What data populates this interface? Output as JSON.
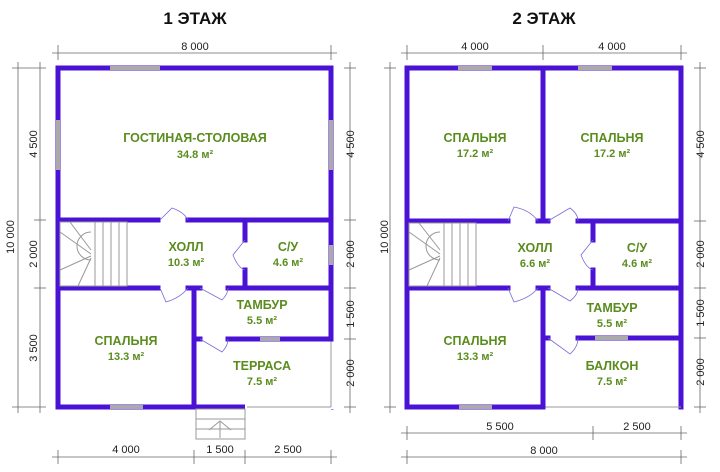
{
  "floors": [
    {
      "title": "1 ЭТАЖ",
      "rooms": [
        {
          "name": "ГОСТИНАЯ-СТОЛОВАЯ",
          "area": "34.8 м²"
        },
        {
          "name": "ХОЛЛ",
          "area": "10.3 м²"
        },
        {
          "name": "С/У",
          "area": "4.6 м²"
        },
        {
          "name": "ТАМБУР",
          "area": "5.5 м²"
        },
        {
          "name": "СПАЛЬНЯ",
          "area": "13.3 м²"
        },
        {
          "name": "ТЕРРАСА",
          "area": "7.5 м²"
        }
      ],
      "dims": {
        "top": "8 000",
        "left_total": "10 000",
        "left": [
          "4 500",
          "2 000",
          "3 500"
        ],
        "right": [
          "4 500",
          "2 000",
          "1 500",
          "2 000"
        ],
        "bottom": [
          "4 000",
          "1 500",
          "2 500"
        ]
      }
    },
    {
      "title": "2 ЭТАЖ",
      "rooms": [
        {
          "name": "СПАЛЬНЯ",
          "area": "17.2 м²"
        },
        {
          "name": "СПАЛЬНЯ",
          "area": "17.2 м²"
        },
        {
          "name": "ХОЛЛ",
          "area": "6.6 м²"
        },
        {
          "name": "С/У",
          "area": "4.6 м²"
        },
        {
          "name": "ТАМБУР",
          "area": "5.5 м²"
        },
        {
          "name": "СПАЛЬНЯ",
          "area": "13.3 м²"
        },
        {
          "name": "БАЛКОН",
          "area": "7.5 м²"
        }
      ],
      "dims": {
        "top": [
          "4 000",
          "4 000"
        ],
        "left_total": "10 000",
        "right": [
          "4 500",
          "2 000",
          "1 500",
          "2 000"
        ],
        "bottom": [
          "5 500",
          "2 500"
        ],
        "bottom_total": "8 000"
      }
    }
  ],
  "colors": {
    "wall": "#4a12d4",
    "label": "#5a8c1e"
  }
}
